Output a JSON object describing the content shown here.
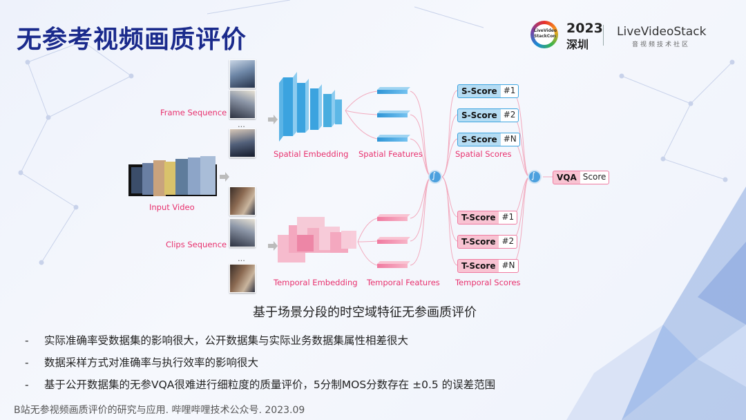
{
  "title": "无参考视频画质评价",
  "logo": {
    "ring_text": "LiveVideo StackCon",
    "year": "2023",
    "city": "深圳",
    "brand": "LiveVideoStack",
    "brand_sub": "音视频技术社区"
  },
  "diagram": {
    "frame_sequence": "Frame Sequence",
    "clips_sequence": "Clips Sequence",
    "input_video": "Input Video",
    "spatial_embedding": "Spatial Embedding",
    "spatial_features": "Spatial Features",
    "spatial_scores": "Spatial Scores",
    "temporal_embedding": "Temporal Embedding",
    "temporal_features": "Temporal Features",
    "temporal_scores": "Temporal Scores",
    "ellipsis": "...",
    "s_score_label": "S-Score",
    "t_score_label": "T-Score",
    "s_scores": [
      "#1",
      "#2",
      "#N"
    ],
    "t_scores": [
      "#1",
      "#2",
      "#N"
    ],
    "vqa_label": "VQA",
    "vqa_score": "Score",
    "sigma": "∫",
    "colors": {
      "spatial": "#3ba3df",
      "temporal": "#f18aa7",
      "accent": "#e8306d"
    }
  },
  "caption": "基于场景分段的时空域特征无参画质评价",
  "bullets": [
    "实际准确率受数据集的影响很大，公开数据集与实际业务数据集属性相差很大",
    "数据采样方式对准确率与执行效率的影响很大",
    "基于公开数据集的无参VQA很难进行细粒度的质量评价，5分制MOS分数存在 ±0.5 的误差范围"
  ],
  "bullet_marker": "-",
  "source": "B站无参视频画质评价的研究与应用. 哔哩哔哩技术公众号. 2023.09"
}
